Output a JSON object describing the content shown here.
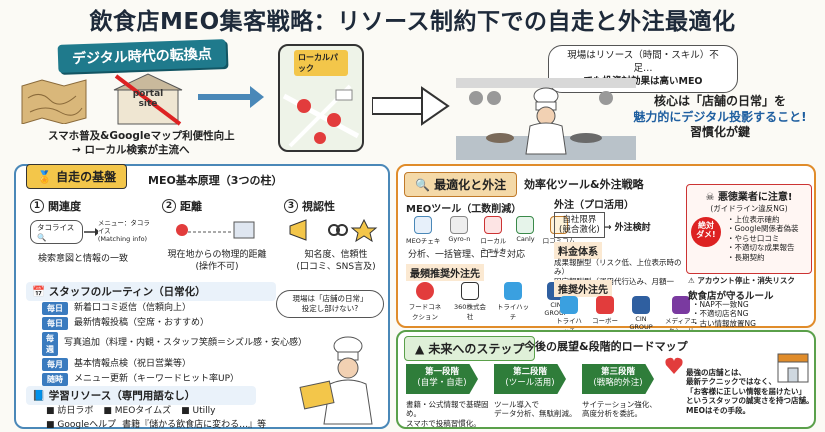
{
  "title": "飲食店MEO集客戦略：リソース制約下での自走と外注最適化",
  "hero": {
    "ribbon": "デジタル時代の転換点",
    "portal_label": "portal site",
    "map_header": "ローカルパック",
    "caption_line1": "スマホ普及&Googleマップ利便性向上",
    "caption_line2": "→ ローカル検索が主流へ",
    "bubble_line1": "現場はリソース（時間・スキル）不足…",
    "bubble_line2": "でも投資対効果は高いMEO",
    "core_line1": "核心は「店舗の日常」を",
    "core_line2": "魅力的にデジタル投影すること!",
    "core_line3": "習慣化が鍵"
  },
  "left_panel": {
    "header": "自走の基盤",
    "subtitle": "MEO基本原理（3つの柱）",
    "pillars": [
      {
        "num": "1",
        "title": "関連度",
        "search_text": "タコライス",
        "menu_label": "メニュー：タコライス",
        "menu_sub": "(Matching info)",
        "desc": "検索意図と情報の一致"
      },
      {
        "num": "2",
        "title": "距離",
        "desc_line1": "現在地からの物理的距離",
        "desc_line2": "(操作不可)"
      },
      {
        "num": "3",
        "title": "視認性",
        "desc_line1": "知名度、信頼性",
        "desc_line2": "(口コミ、SNS言及)"
      }
    ],
    "routine_header": "スタッフのルーティン（日常化）",
    "routine": [
      {
        "freq": "毎日",
        "text": "新着口コミ返信（信頼向上）"
      },
      {
        "freq": "毎日",
        "text": "最新情報投稿（空席・おすすめ）"
      },
      {
        "freq": "毎週",
        "text": "写真追加（料理・内観・スタッフ笑顔＝シズル感・安心感）"
      },
      {
        "freq": "毎月",
        "text": "基本情報点検（祝日営業等）"
      },
      {
        "freq": "随時",
        "text": "メニュー更新（キーワードヒット率UP）"
      }
    ],
    "chef_bubble_line1": "現場は「店舗の日常」",
    "chef_bubble_line2": "投定し部けない?",
    "learning_header": "学習リソース（専門用語なし）",
    "learning_items": [
      "訪日ラボ",
      "MEOタイムズ",
      "Utilly",
      "Googleヘルプ",
      "書籍『儲かる飲食店に変わる…』等"
    ]
  },
  "right_top": {
    "header": "最適化と外注",
    "subtitle": "効率化ツール&外注戦略",
    "tools_header": "MEOツール（工数削減）",
    "tools": [
      "MEOチェキ",
      "Gyro-n",
      "ローカルミエルカ",
      "Canly",
      "口コミコム"
    ],
    "tools_desc": "分析、一括管理、口コミ対応",
    "outsourcing_header": "外注（プロ活用）",
    "self_limit_line1": "自社限界",
    "self_limit_line2": "(競合激化)",
    "outsourcing_result": "→ 外注検討",
    "fee_header": "料金体系",
    "fee_line1": "成果報酬型（リスク低、上位表示時のみ）",
    "fee_line2": "固定報酬型（運用代行込み、月額一定）",
    "recommended_header": "最頻推奨外注先",
    "recommended": [
      "フードコネクション",
      "360株式会社",
      "トライハッチ",
      "CIN GROUP"
    ],
    "recommended2_header": "推奨外注先",
    "recommended2": [
      "トライハッチ",
      "コーボー",
      "CIN GROUP",
      "メディアエクシード"
    ],
    "warning_title": "悪徳業者に注意!",
    "warning_sub": "(ガイドライン違反NG)",
    "warning_stamp_line1": "絶対",
    "warning_stamp_line2": "ダメ!",
    "warning_items": [
      "上位表示確約",
      "Google関係者偽装",
      "やらせ口コミ",
      "不適切な成果報告",
      "長期契約"
    ],
    "warning_result": "アカウント停止・消失リスク",
    "rules_header": "飲食店が守るルール",
    "rules": [
      "NAP不一致NG",
      "不適切店名NG",
      "古い情報放置NG"
    ]
  },
  "right_bottom": {
    "header": "未来へのステップ",
    "subtitle": "今後の展望&段階的ロードマップ",
    "steps": [
      {
        "label": "第一段階",
        "sub": "(自学・自走)",
        "desc_line1": "書籍・公式情報で基礎固め。",
        "desc_line2": "スマホで投稿習慣化。"
      },
      {
        "label": "第二段階",
        "sub": "(ツール活用)",
        "desc_line1": "ツール導入で",
        "desc_line2": "データ分析、無駄削減。"
      },
      {
        "label": "第三段階",
        "sub": "(戦略的外注)",
        "desc_line1": "サイテーション強化、",
        "desc_line2": "高度分析を委託。"
      }
    ],
    "conclusion_line1": "最強の店舗とは、",
    "conclusion_line2": "最新テクニックではなく、",
    "conclusion_line3": "「お客様に正しい情報を届けたい」",
    "conclusion_line4": "というスタッフの誠実さを持つ店舗。",
    "conclusion_line5": "MEOはその手段。"
  },
  "colors": {
    "left_border": "#4a88b8",
    "right_top_border": "#e08c2a",
    "right_bottom_border": "#5aa04a",
    "accent_red": "#c0392b"
  }
}
